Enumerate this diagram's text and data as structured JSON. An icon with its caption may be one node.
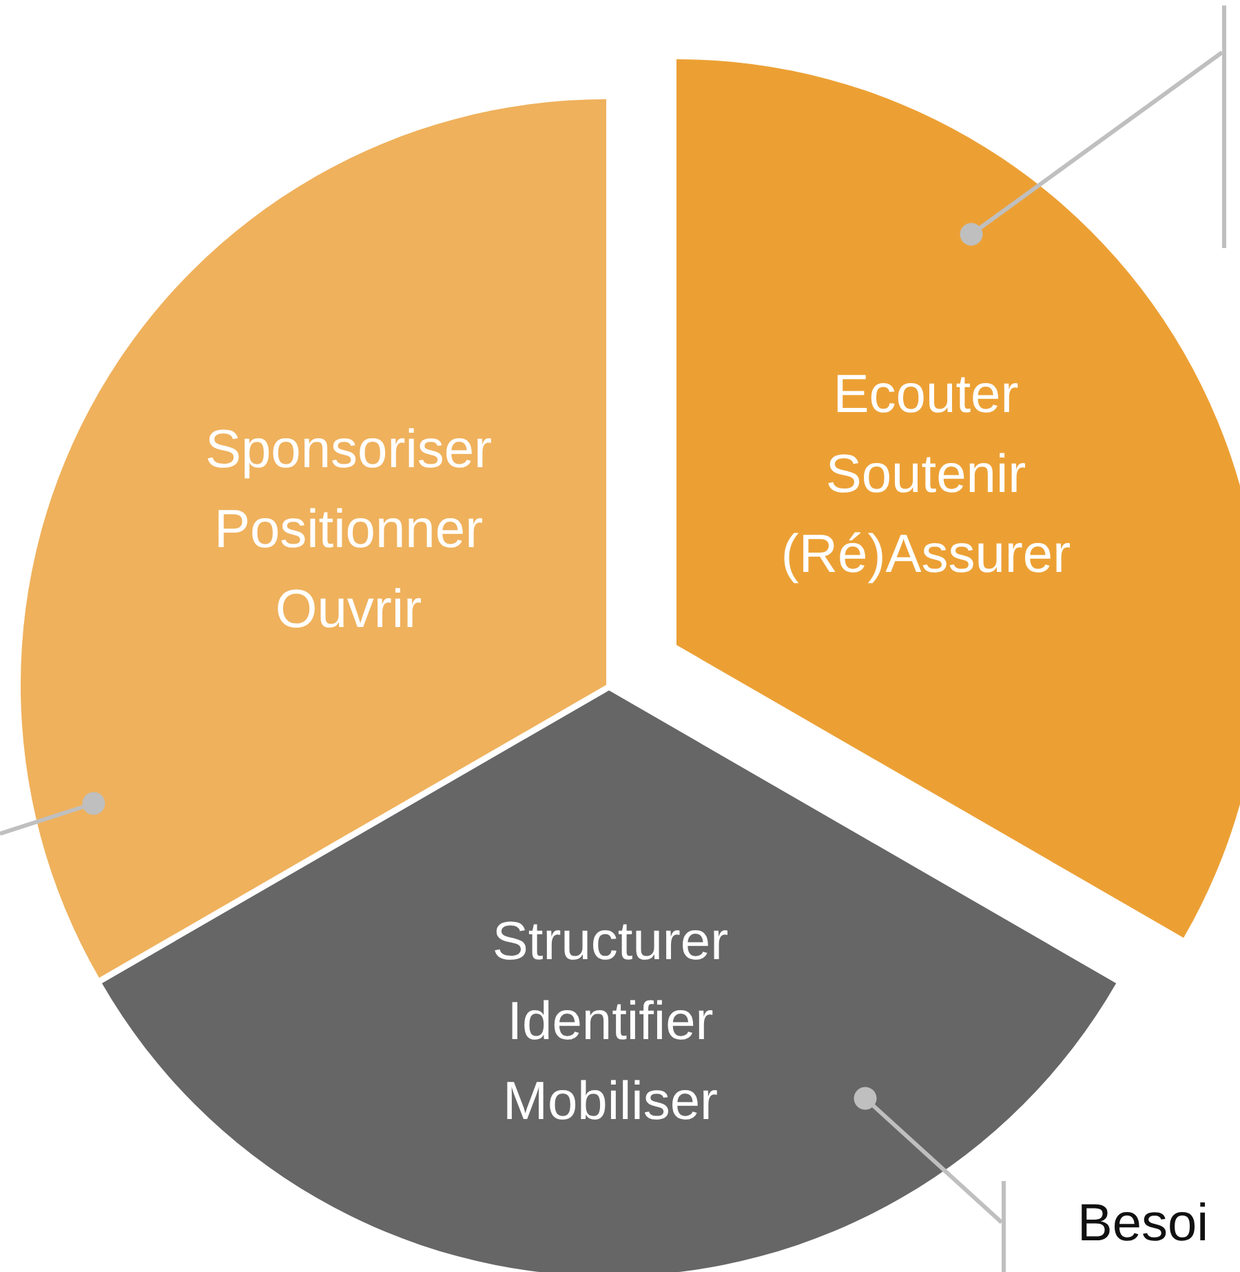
{
  "diagram": {
    "nodes": [
      {
        "text": [
          "Sponsoriser Positionner Ouvrir"
        ]
      },
      {
        "text": [
          "Ecouter Soutenir (Ré)Assurer"
        ]
      },
      {
        "text": [
          "Structurer Identifier Mobiliser"
        ]
      },
      {
        "text": [],
        "shape": "bar"
      },
      {
        "text": [
          "Besoi"
        ]
      }
    ],
    "edges": [
      {
        "from": 3,
        "to": 1,
        "arrow": "other"
      },
      {
        "from": 4,
        "to": 2,
        "arrow": "other"
      },
      {
        "from": null,
        "to": 0,
        "arrow": "other"
      }
    ]
  }
}
